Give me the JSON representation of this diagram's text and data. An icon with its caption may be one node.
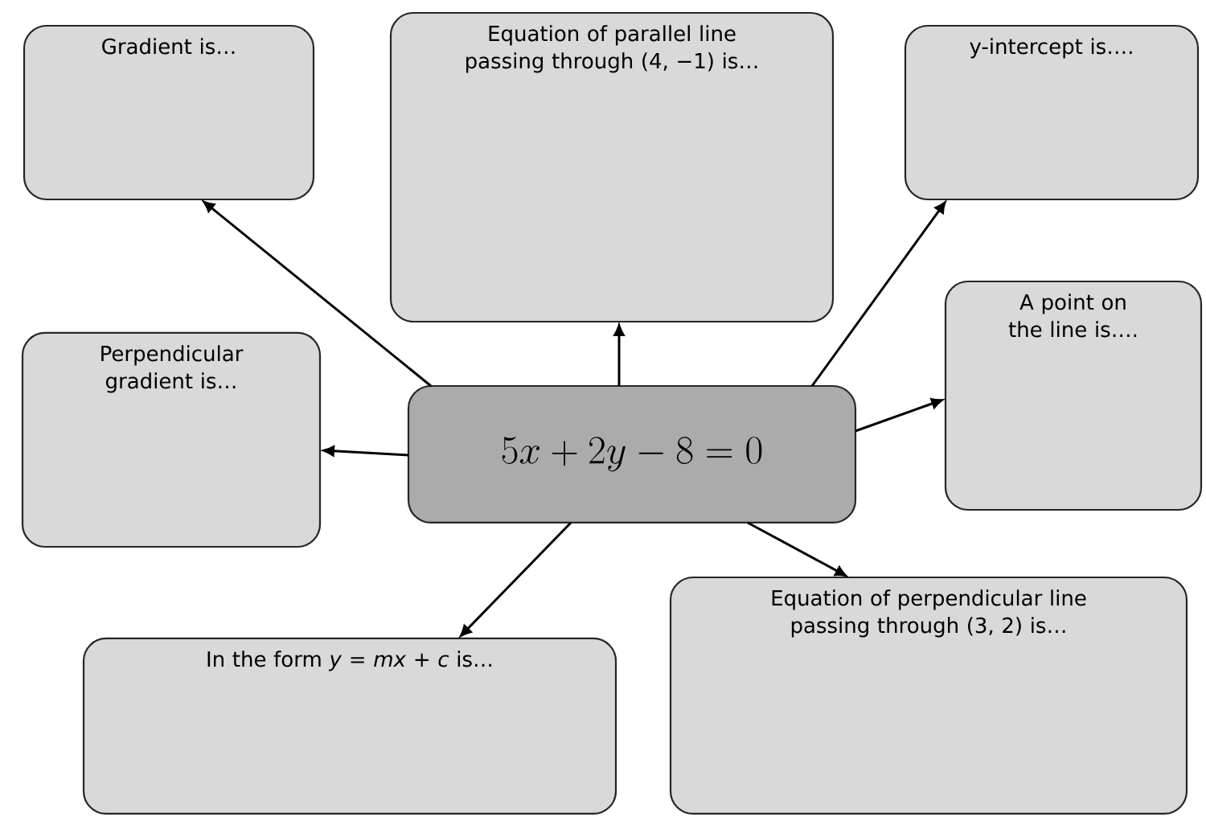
{
  "diagram": {
    "nodes": [
      {
        "text": [
          "Gradient is…"
        ]
      },
      {
        "text": [
          "Equation of parallel line passing through (4, −1) is…"
        ]
      },
      {
        "text": [
          "y-intercept is…."
        ]
      },
      {
        "text": [
          "Perpendicular gradient is…"
        ]
      },
      {
        "text": [
          "A point on the line is…."
        ]
      },
      {
        "text": [
          "5x + 2y - 8 = 0"
        ]
      },
      {
        "text": [
          "In the form *y* = *mx* + *c* is…"
        ]
      },
      {
        "text": [
          "Equation of perpendicular line passing through (3, 2) is…"
        ]
      }
    ],
    "edges": [
      {
        "from": 5,
        "to": 0,
        "arrow": "to"
      },
      {
        "from": 5,
        "to": 1,
        "arrow": "to"
      },
      {
        "from": 5,
        "to": 2,
        "arrow": "to"
      },
      {
        "from": 5,
        "to": 3,
        "arrow": "to"
      },
      {
        "from": 5,
        "to": 4,
        "arrow": "to"
      },
      {
        "from": 5,
        "to": 6,
        "arrow": "to"
      },
      {
        "from": 5,
        "to": 7,
        "arrow": "to"
      }
    ]
  }
}
